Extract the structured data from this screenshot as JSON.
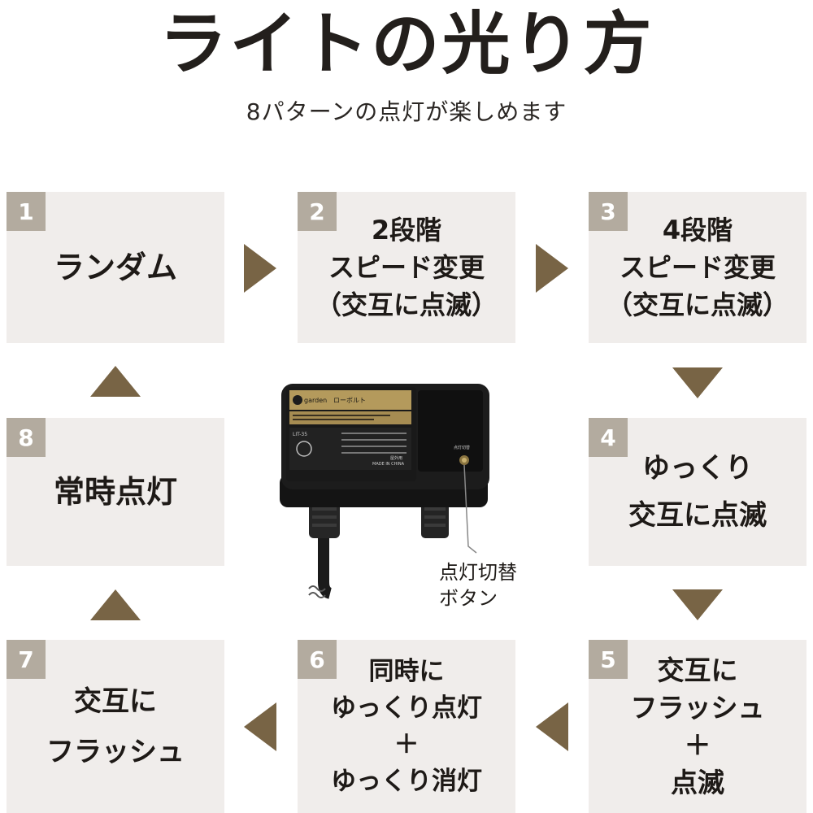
{
  "header": {
    "title": "ライトの光り方",
    "subtitle": "8パターンの点灯が楽しめます"
  },
  "patterns": [
    {
      "num": "1",
      "lines": [
        "ランダム"
      ]
    },
    {
      "num": "2",
      "lines": [
        "2段階",
        "スピード変更",
        "（交互に点滅）"
      ]
    },
    {
      "num": "3",
      "lines": [
        "4段階",
        "スピード変更",
        "（交互に点滅）"
      ]
    },
    {
      "num": "4",
      "lines": [
        "ゆっくり",
        "交互に点滅"
      ]
    },
    {
      "num": "5",
      "lines": [
        "交互に",
        "フラッシュ",
        "＋",
        "点滅"
      ]
    },
    {
      "num": "6",
      "lines": [
        "同時に",
        "ゆっくり点灯",
        "＋",
        "ゆっくり消灯"
      ]
    },
    {
      "num": "7",
      "lines": [
        "交互に",
        "フラッシュ"
      ]
    },
    {
      "num": "8",
      "lines": [
        "常時点灯"
      ]
    }
  ],
  "device": {
    "brand": "garden",
    "brand2": "ローボルト",
    "model": "LIT-35",
    "origin": "MADE IN CHINA",
    "outdoor": "屋外用",
    "switch_mini": "点灯切替",
    "body_color": "#1c1c1c",
    "label_color": "#b49a5c"
  },
  "button_label": [
    "点灯切替",
    "ボタン"
  ],
  "colors": {
    "box_bg": "#f0edeb",
    "num_bg": "#b3ab9f",
    "arrow": "#786445"
  }
}
